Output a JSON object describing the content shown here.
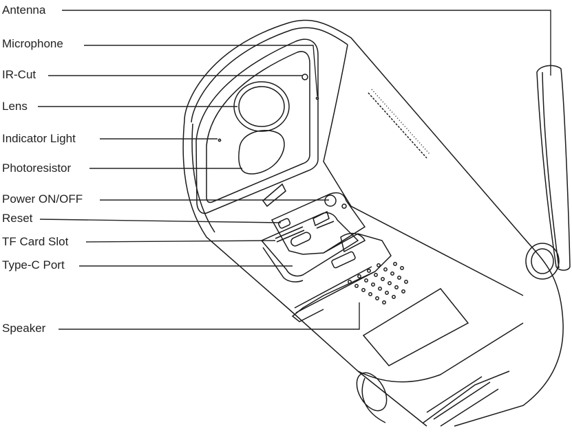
{
  "labels": {
    "antenna": "Antenna",
    "microphone": "Microphone",
    "ir_cut": "IR-Cut",
    "lens": "Lens",
    "indicator_light": "Indicator Light",
    "photoresistor": "Photoresistor",
    "power": "Power ON/OFF",
    "reset": "Reset",
    "tf_card": "TF Card Slot",
    "type_c": "Type-C Port",
    "speaker": "Speaker"
  },
  "colors": {
    "line": "#1a1a1a",
    "text": "#222222",
    "background": "#ffffff"
  }
}
